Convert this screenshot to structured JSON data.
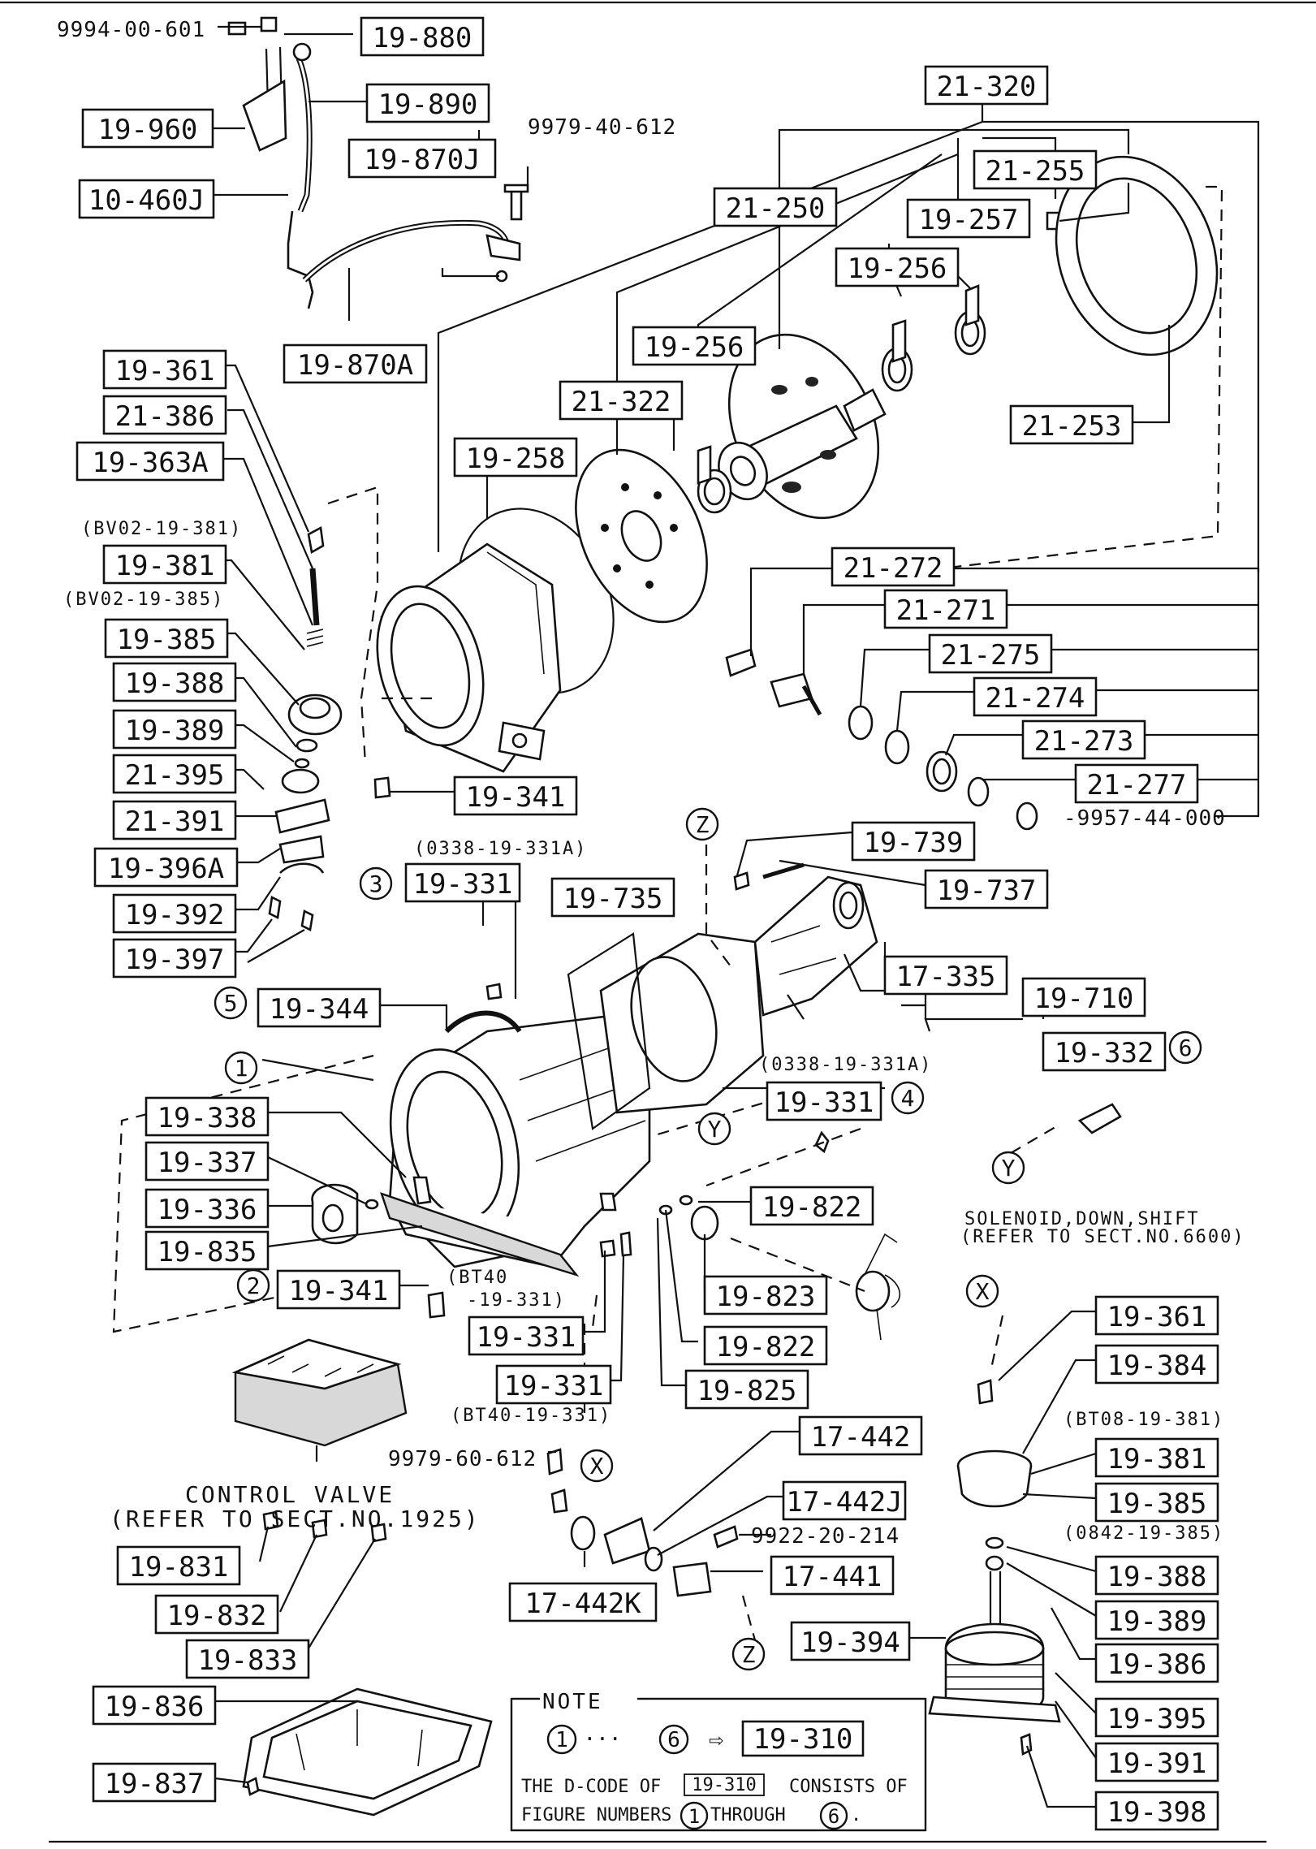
{
  "labels": [
    {
      "id": "19-880",
      "text": "19-880",
      "boxed": true
    },
    {
      "id": "19-890",
      "text": "19-890",
      "boxed": true
    },
    {
      "id": "19-960",
      "text": "19-960",
      "boxed": true
    },
    {
      "id": "19-870J",
      "text": "19-870J",
      "boxed": true
    },
    {
      "id": "10-460J",
      "text": "10-460J",
      "boxed": true
    },
    {
      "id": "19-870A",
      "text": "19-870A",
      "boxed": true
    },
    {
      "id": "21-320",
      "text": "21-320",
      "boxed": true
    },
    {
      "id": "21-255",
      "text": "21-255",
      "boxed": true
    },
    {
      "id": "21-250",
      "text": "21-250",
      "boxed": true
    },
    {
      "id": "19-257",
      "text": "19-257",
      "boxed": true
    },
    {
      "id": "19-256a",
      "text": "19-256",
      "boxed": true
    },
    {
      "id": "19-256b",
      "text": "19-256",
      "boxed": true
    },
    {
      "id": "21-322",
      "text": "21-322",
      "boxed": true
    },
    {
      "id": "21-253",
      "text": "21-253",
      "boxed": true
    },
    {
      "id": "19-258",
      "text": "19-258",
      "boxed": true
    },
    {
      "id": "19-361a",
      "text": "19-361",
      "boxed": true
    },
    {
      "id": "21-386",
      "text": "21-386",
      "boxed": true
    },
    {
      "id": "19-363A",
      "text": "19-363A",
      "boxed": true
    },
    {
      "id": "19-381a",
      "text": "19-381",
      "boxed": true
    },
    {
      "id": "19-385a",
      "text": "19-385",
      "boxed": true
    },
    {
      "id": "19-388a",
      "text": "19-388",
      "boxed": true
    },
    {
      "id": "19-389a",
      "text": "19-389",
      "boxed": true
    },
    {
      "id": "21-395",
      "text": "21-395",
      "boxed": true
    },
    {
      "id": "21-391",
      "text": "21-391",
      "boxed": true
    },
    {
      "id": "19-396A",
      "text": "19-396A",
      "boxed": true
    },
    {
      "id": "19-392",
      "text": "19-392",
      "boxed": true
    },
    {
      "id": "19-397",
      "text": "19-397",
      "boxed": true
    },
    {
      "id": "21-272",
      "text": "21-272",
      "boxed": true
    },
    {
      "id": "21-271",
      "text": "21-271",
      "boxed": true
    },
    {
      "id": "21-275",
      "text": "21-275",
      "boxed": true
    },
    {
      "id": "21-274",
      "text": "21-274",
      "boxed": true
    },
    {
      "id": "21-273",
      "text": "21-273",
      "boxed": true
    },
    {
      "id": "21-277",
      "text": "21-277",
      "boxed": true
    },
    {
      "id": "19-341a",
      "text": "19-341",
      "boxed": true
    },
    {
      "id": "19-739",
      "text": "19-739",
      "boxed": true
    },
    {
      "id": "19-737",
      "text": "19-737",
      "boxed": true
    },
    {
      "id": "19-331a",
      "text": "19-331",
      "boxed": true
    },
    {
      "id": "19-735",
      "text": "19-735",
      "boxed": true
    },
    {
      "id": "17-335",
      "text": "17-335",
      "boxed": true
    },
    {
      "id": "19-710",
      "text": "19-710",
      "boxed": true
    },
    {
      "id": "19-344",
      "text": "19-344",
      "boxed": true
    },
    {
      "id": "19-332",
      "text": "19-332",
      "boxed": true
    },
    {
      "id": "19-331b",
      "text": "19-331",
      "boxed": true
    },
    {
      "id": "19-338",
      "text": "19-338",
      "boxed": true
    },
    {
      "id": "19-337",
      "text": "19-337",
      "boxed": true
    },
    {
      "id": "19-336",
      "text": "19-336",
      "boxed": true
    },
    {
      "id": "19-835",
      "text": "19-835",
      "boxed": true
    },
    {
      "id": "19-822a",
      "text": "19-822",
      "boxed": true
    },
    {
      "id": "19-341b",
      "text": "19-341",
      "boxed": true
    },
    {
      "id": "19-823",
      "text": "19-823",
      "boxed": true
    },
    {
      "id": "19-822b",
      "text": "19-822",
      "boxed": true
    },
    {
      "id": "19-331c",
      "text": "19-331",
      "boxed": true
    },
    {
      "id": "19-331d",
      "text": "19-331",
      "boxed": true
    },
    {
      "id": "19-825",
      "text": "19-825",
      "boxed": true
    },
    {
      "id": "19-361b",
      "text": "19-361",
      "boxed": true
    },
    {
      "id": "19-384",
      "text": "19-384",
      "boxed": true
    },
    {
      "id": "17-442",
      "text": "17-442",
      "boxed": true
    },
    {
      "id": "19-381b",
      "text": "19-381",
      "boxed": true
    },
    {
      "id": "17-442J",
      "text": "17-442J",
      "boxed": true
    },
    {
      "id": "19-385b",
      "text": "19-385",
      "boxed": true
    },
    {
      "id": "17-441",
      "text": "17-441",
      "boxed": true
    },
    {
      "id": "19-388b",
      "text": "19-388",
      "boxed": true
    },
    {
      "id": "17-442K",
      "text": "17-442K",
      "boxed": true
    },
    {
      "id": "19-389b",
      "text": "19-389",
      "boxed": true
    },
    {
      "id": "19-394",
      "text": "19-394",
      "boxed": true
    },
    {
      "id": "19-386",
      "text": "19-386",
      "boxed": true
    },
    {
      "id": "19-831",
      "text": "19-831",
      "boxed": true
    },
    {
      "id": "19-832",
      "text": "19-832",
      "boxed": true
    },
    {
      "id": "19-833",
      "text": "19-833",
      "boxed": true
    },
    {
      "id": "19-836",
      "text": "19-836",
      "boxed": true
    },
    {
      "id": "19-395",
      "text": "19-395",
      "boxed": true
    },
    {
      "id": "19-391",
      "text": "19-391",
      "boxed": true
    },
    {
      "id": "19-837",
      "text": "19-837",
      "boxed": true
    },
    {
      "id": "19-398",
      "text": "19-398",
      "boxed": true
    },
    {
      "id": "u-9994",
      "text": "9994-00-601",
      "boxed": false
    },
    {
      "id": "u-9979a",
      "text": "9979-40-612",
      "boxed": false
    },
    {
      "id": "u-9957",
      "text": "-9957-44-000",
      "boxed": false
    },
    {
      "id": "u-9979b",
      "text": "9979-60-612",
      "boxed": false
    },
    {
      "id": "u-9922",
      "text": "9922-20-214",
      "boxed": false
    }
  ],
  "refs": [
    {
      "id": "r-bv381",
      "text": "(BV02-19-381)"
    },
    {
      "id": "r-bv385",
      "text": "(BV02-19-385)"
    },
    {
      "id": "r-0338a",
      "text": "(0338-19-331A)"
    },
    {
      "id": "r-0338b",
      "text": "(0338-19-331A)"
    },
    {
      "id": "r-bt40a1",
      "text": "(BT40"
    },
    {
      "id": "r-bt40a2",
      "text": "-19-331)"
    },
    {
      "id": "r-bt40b",
      "text": "(BT40-19-331)"
    },
    {
      "id": "r-bt08",
      "text": "(BT08-19-381)"
    },
    {
      "id": "r-0842",
      "text": "(0842-19-385)"
    },
    {
      "id": "r-sol1",
      "text": "SOLENOID,DOWN,SHIFT"
    },
    {
      "id": "r-sol2",
      "text": "(REFER TO SECT.NO.6600)"
    },
    {
      "id": "r-cv1",
      "text": "CONTROL VALVE"
    },
    {
      "id": "r-cv2",
      "text": "(REFER TO SECT.NO.1925)"
    }
  ],
  "markers": [
    {
      "id": "m1",
      "text": "1"
    },
    {
      "id": "m2",
      "text": "2"
    },
    {
      "id": "m3",
      "text": "3"
    },
    {
      "id": "m4",
      "text": "4"
    },
    {
      "id": "m5",
      "text": "5"
    },
    {
      "id": "m6",
      "text": "6"
    },
    {
      "id": "z1",
      "text": "Z"
    },
    {
      "id": "z2",
      "text": "Z"
    },
    {
      "id": "y1",
      "text": "Y"
    },
    {
      "id": "y2",
      "text": "Y"
    },
    {
      "id": "x1",
      "text": "X"
    },
    {
      "id": "x2",
      "text": "X"
    }
  ],
  "note": {
    "title": "NOTE",
    "range_start": "1",
    "range_sep": "···",
    "range_end": "6",
    "arrow": "⇨",
    "target": "19-310",
    "line1_a": "THE D-CODE OF",
    "line1_box": "19-310",
    "line1_b": "CONSISTS OF",
    "line2_a": "FIGURE NUMBERS",
    "line2_c1": "1",
    "line2_b": "THROUGH",
    "line2_c2": "6",
    "line2_end": "."
  },
  "icons": [
    "bolt-icon",
    "ring-icon",
    "gasket-icon",
    "bearing-icon",
    "sensor-icon",
    "solenoid-icon"
  ]
}
